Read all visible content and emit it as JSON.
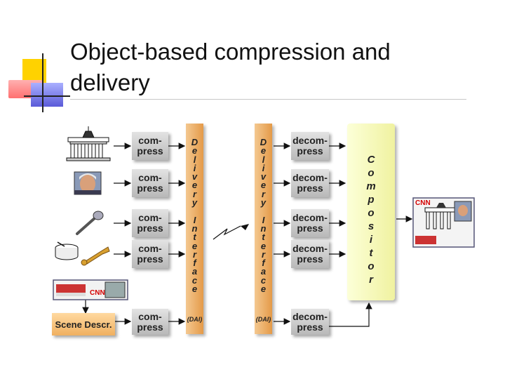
{
  "slide": {
    "title": "Object-based compression and delivery"
  },
  "encoder": {
    "blocks": [
      {
        "line1": "com-",
        "line2": "press"
      },
      {
        "line1": "com-",
        "line2": "press"
      },
      {
        "line1": "com-",
        "line2": "press"
      },
      {
        "line1": "com-",
        "line2": "press"
      },
      {
        "line1": "com-",
        "line2": "press"
      }
    ],
    "scene_label": "Scene Descr."
  },
  "decoder": {
    "blocks": [
      {
        "line1": "decom-",
        "line2": "press"
      },
      {
        "line1": "decom-",
        "line2": "press"
      },
      {
        "line1": "decom-",
        "line2": "press"
      },
      {
        "line1": "decom-",
        "line2": "press"
      },
      {
        "line1": "decom-",
        "line2": "press"
      }
    ]
  },
  "dmif": {
    "vertical_text": "D\ne\nl\ni\nv\ne\nr\ny\n \nI\nn\nt\ne\nr\nf\na\nc\ne",
    "dai_label": "(DAI)"
  },
  "compositor": {
    "vertical_text": "C\no\nm\np\no\ns\ni\nt\no\nr"
  },
  "logos": {
    "cnn": "CNN"
  },
  "colors": {
    "bar": "#e9a858",
    "scene": "#f5c57a",
    "compositor": "#f6f8b8",
    "block": "#c8c8c8"
  },
  "icons": [
    "gate-icon",
    "portrait-icon",
    "microphone-icon",
    "drum-icon",
    "trumpet-icon",
    "tv-screen-icon",
    "composed-scene-icon",
    "lightning-icon"
  ]
}
